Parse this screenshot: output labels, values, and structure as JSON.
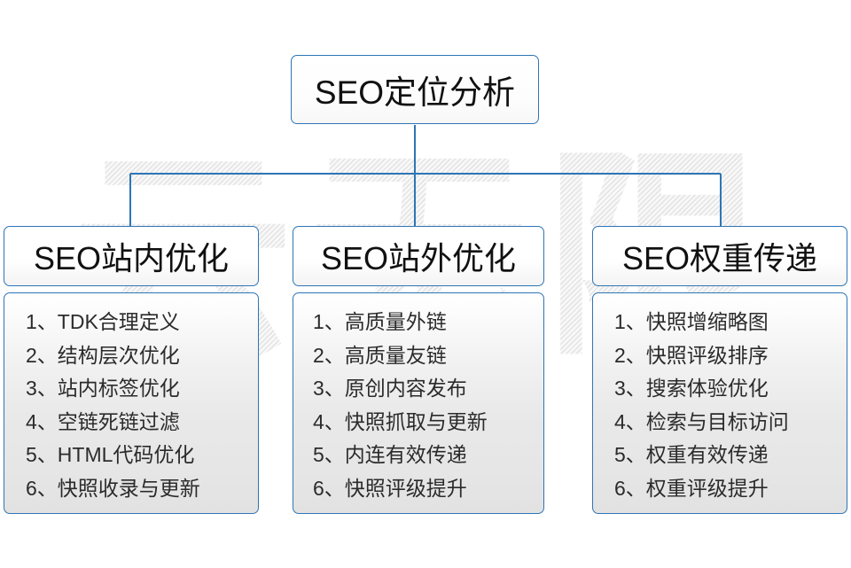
{
  "diagram": {
    "root": {
      "title": "SEO定位分析"
    },
    "watermark": {
      "text": "云无限"
    },
    "accent_color": "#2E75B6",
    "columns": [
      {
        "header": "SEO站内优化",
        "items": [
          "1、TDK合理定义",
          "2、结构层次优化",
          "3、站内标签优化",
          "4、空链死链过滤",
          "5、HTML代码优化",
          "6、快照收录与更新"
        ]
      },
      {
        "header": "SEO站外优化",
        "items": [
          "1、高质量外链",
          "2、高质量友链",
          "3、原创内容发布",
          "4、快照抓取与更新",
          "5、内连有效传递",
          "6、快照评级提升"
        ]
      },
      {
        "header": "SEO权重传递",
        "items": [
          "1、快照增缩略图",
          "2、快照评级排序",
          "3、搜索体验优化",
          "4、检索与目标访问",
          "5、权重有效传递",
          "6、权重评级提升"
        ]
      }
    ]
  }
}
